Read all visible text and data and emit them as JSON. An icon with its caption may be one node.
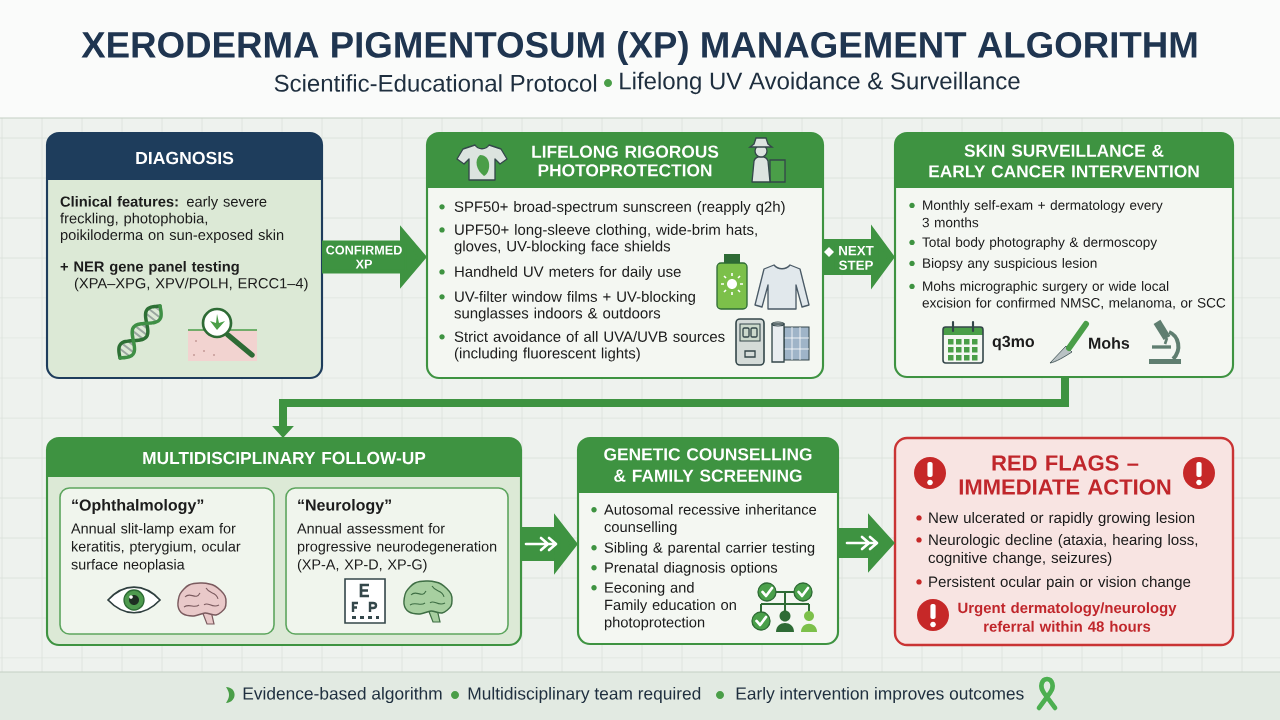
{
  "diagram": {
    "title": "XERODERMA PIGMENTOSUM (XP) MANAGEMENT ALGORITHM",
    "nodes": [
      {
        "text": [
          "DIAGNOSIS",
          "**Clinical features:** early severe freckling, photophobia, poikiloderma on sun-exposed skin",
          "**+ NER gene panel testing** (XPA–XPG, XPV/POLH, ERCC1–4)"
        ]
      },
      {
        "text": [
          "LIFELONG RIGOROUS PHOTOPROTECTION",
          "SPF50+ broad-spectrum sunscreen (reapply q2h)",
          "UPF50+ long-sleeve clothing, wide-brim hats, gloves, UV-blocking face shields",
          "Handheld UV meters for daily use",
          "UV-filter window films + UV-blocking sunglasses indoors & outdoors",
          "Strict avoidance of all UVA/UVB sources (including fluorescent lights)"
        ]
      },
      {
        "text": [
          "SKIN SURVEILLANCE & EARLY CANCER INTERVENTION",
          "Monthly self-exam + dermatology every 3 months",
          "Total body photography & dermoscopy",
          "Biopsy any suspicious lesion",
          "Mohs micrographic surgery or wide local excision for confirmed NMSC, melanoma, or SCC",
          "q3mo",
          "Mohs"
        ]
      },
      {
        "text": [
          "MULTIDISCIPLINARY FOLLOW-UP"
        ]
      },
      {
        "text": [
          "“Ophthalmology”",
          "Annual slit-lamp exam for keratitis, pterygium, ocular surface neoplasia"
        ],
        "in": 3
      },
      {
        "text": [
          "“Neurology”",
          "Annual assessment for progressive neurodegeneration (XP-A, XP-D, XP-G)"
        ],
        "in": 3
      },
      {
        "text": [
          "GENETIC COUNSELLING & FAMILY SCREENING",
          "Autosomal recessive inheritance counselling",
          "Sibling & parental carrier testing",
          "Prenatal diagnosis options",
          "Eeconing and Family education on photoprotection"
        ]
      },
      {
        "text": [
          "RED FLAGS – IMMEDIATE ACTION",
          "New ulcerated or rapidly growing lesion",
          "Neurologic decline (ataxia, hearing loss, cognitive change, seizures)",
          "Persistent ocular pain or vision change",
          "Urgent dermatology/neurology referral within 48 hours"
        ]
      }
    ],
    "edges": [
      {
        "from": 0,
        "to": 1,
        "arrow": "to",
        "label": "CONFIRMED XP"
      },
      {
        "from": 1,
        "to": 2,
        "arrow": "to",
        "label": "NEXT STEP"
      },
      {
        "from": 2,
        "to": 3,
        "arrow": "to"
      },
      {
        "from": 3,
        "to": 6,
        "arrow": "to"
      },
      {
        "from": 6,
        "to": 7,
        "arrow": "to"
      }
    ],
    "labels": [
      "Scientific-Educational Protocol",
      "Lifelong UV Avoidance & Surveillance",
      "Evidence-based algorithm",
      "Multidisciplinary team required",
      "Early intervention improves outcomes"
    ]
  }
}
